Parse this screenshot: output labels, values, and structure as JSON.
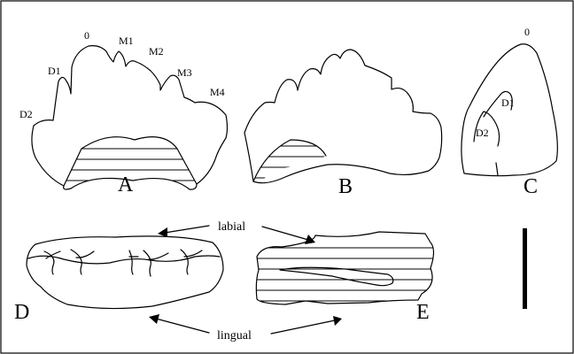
{
  "figure": {
    "panel_labels": {
      "a": "A",
      "b": "B",
      "c": "C",
      "d": "D",
      "e": "E"
    },
    "cusp_labels_a": {
      "zero": "0",
      "m1": "M1",
      "m2": "M2",
      "m3": "M3",
      "m4": "M4",
      "d1": "D1",
      "d2": "D2"
    },
    "cusp_labels_c": {
      "zero": "0",
      "d1": "D1",
      "d2": "D2"
    },
    "annotations": {
      "labial": "labial",
      "lingual": "lingual"
    },
    "colors": {
      "ink": "#000000",
      "paper": "#ffffff"
    }
  }
}
